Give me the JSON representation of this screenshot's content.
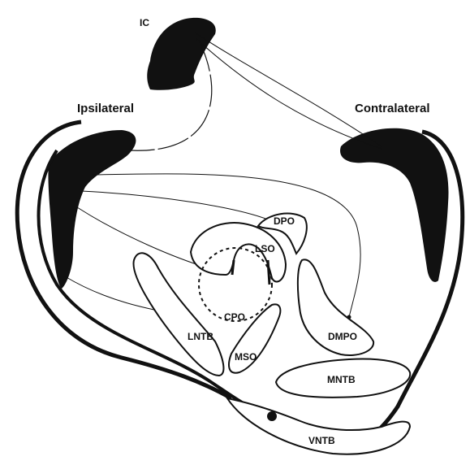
{
  "labels": {
    "ic": "IC",
    "ipsilateral": "Ipsilateral",
    "contralateral": "Contralateral",
    "dpo": "DPO",
    "lso": "LSO",
    "cpo": "CPO",
    "lntb": "LNTB",
    "mso": "MSO",
    "dmpo": "DMPO",
    "mntb": "MNTB",
    "vntb": "VNTB"
  },
  "colors": {
    "ink": "#111111",
    "background": "#ffffff"
  }
}
